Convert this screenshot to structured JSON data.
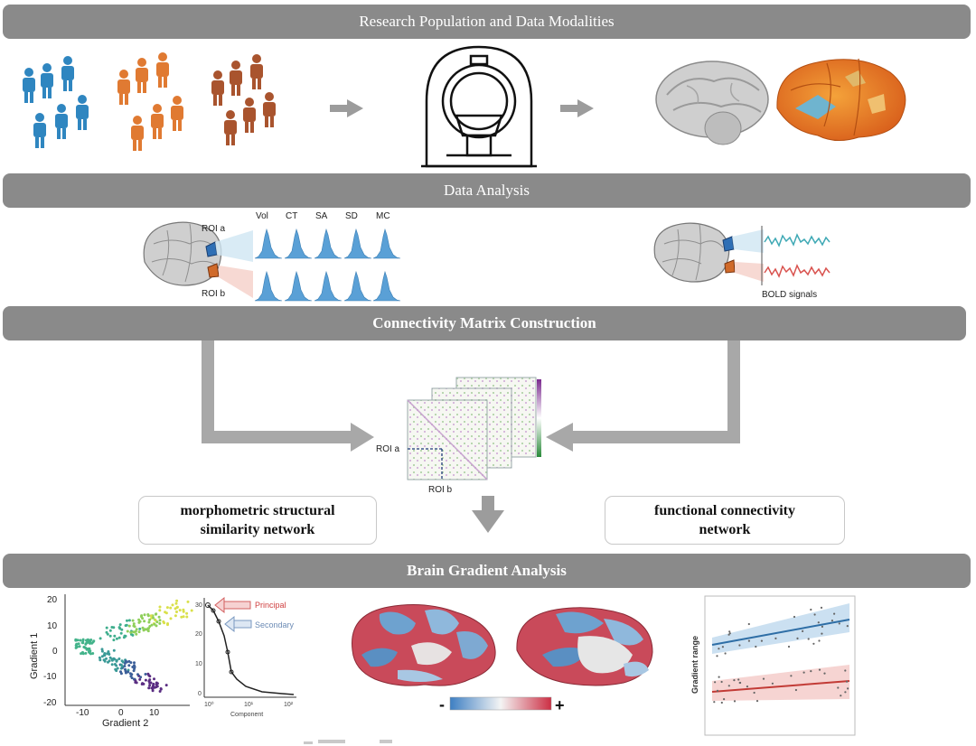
{
  "banners": {
    "population": "Research Population and Data Modalities",
    "analysis": "Data Analysis",
    "matrix": "Connectivity Matrix Construction",
    "gradient": "Brain Gradient Analysis"
  },
  "data_analysis": {
    "roi_a": "ROI a",
    "roi_b": "ROI b",
    "measures": [
      "Vol",
      "CT",
      "SA",
      "SD",
      "MC"
    ],
    "bold_label": "BOLD signals"
  },
  "matrix": {
    "roi_a": "ROI a",
    "roi_b": "ROI b"
  },
  "networks": {
    "structural_line1": "morphometric structural",
    "structural_line2": "similarity network",
    "functional_line1": "functional connectivity",
    "functional_line2": "network"
  },
  "gradient_scatter": {
    "ylabel": "Gradient 1",
    "xlabel": "Gradient 2",
    "yticks": [
      "20",
      "10",
      "0",
      "-10",
      "-20"
    ],
    "xticks": [
      "-10",
      "0",
      "10"
    ]
  },
  "scree": {
    "xlabel": "Component",
    "principal": "Principal",
    "secondary": "Secondary",
    "yticks": [
      "30",
      "20",
      "10",
      "0"
    ],
    "xticks": [
      "10⁰",
      "10¹",
      "10²"
    ]
  },
  "colorbar": {
    "minus": "-",
    "plus": "+"
  },
  "range_plot": {
    "ylabel": "Gradient range"
  },
  "colors": {
    "group1": "#2f86c0",
    "group2": "#e07a32",
    "group3": "#a9542e",
    "banner": "#8a8a8a",
    "arrow": "#9c9c9c"
  }
}
